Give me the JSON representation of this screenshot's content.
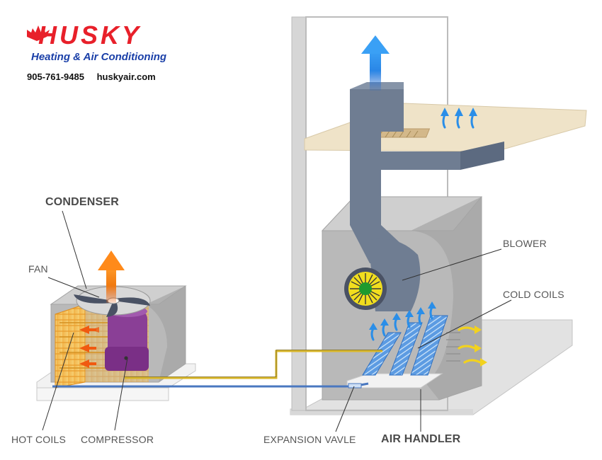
{
  "brand": {
    "name": "HUSKY",
    "tagline": "Heating & Air Conditioning",
    "phone": "905-761-9485",
    "website": "huskyair.com",
    "red": "#e8202a",
    "blue": "#1a3fa8"
  },
  "labels": {
    "condenser": "CONDENSER",
    "fan": "FAN",
    "hot_coils": "HOT COILS",
    "compressor": "COMPRESSOR",
    "blower": "BLOWER",
    "cold_coils": "COLD COILS",
    "expansion_valve": "EXPANSION VAVLE",
    "air_handler": "AIR HANDLER"
  },
  "colors": {
    "hot_air": "#f07a10",
    "cold_air": "#2a8ee8",
    "refrigerant_hot": "#d9b72a",
    "refrigerant_cold": "#4a78c0",
    "duct": "#6f7d92",
    "floor": "#efe3c8",
    "compressor": "#8a3f96"
  }
}
